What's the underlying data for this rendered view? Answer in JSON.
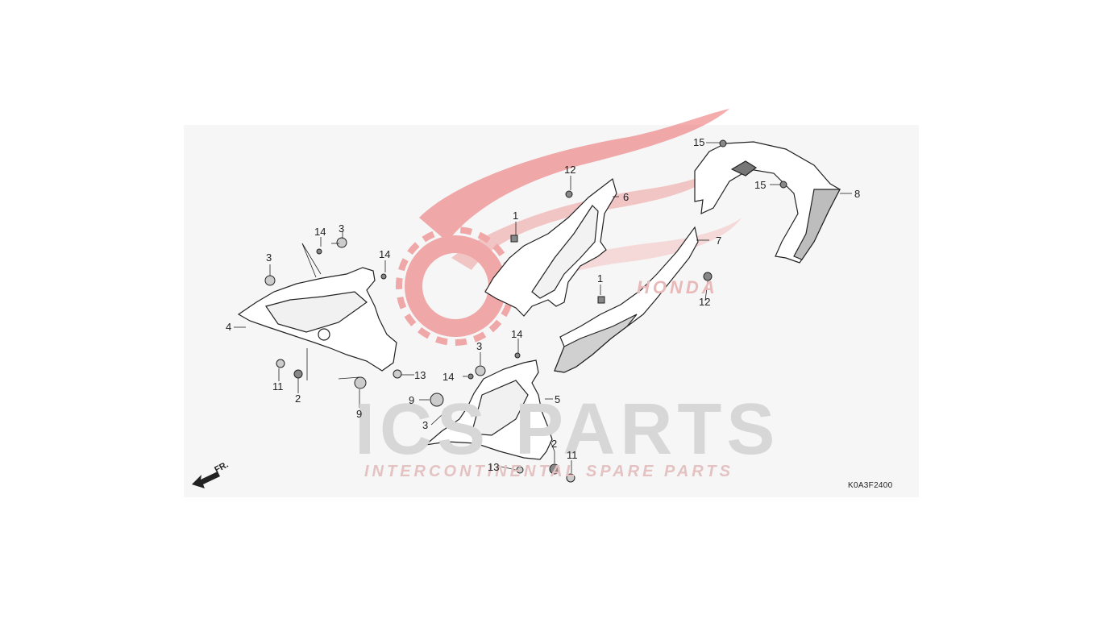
{
  "diagram": {
    "code": "K0A3F2400",
    "direction_label": "FR.",
    "watermark": {
      "logo_text": "ICS PARTS",
      "tagline": "INTERCONTINENTAL SPARE PARTS",
      "brand_text": "HONDA"
    },
    "callouts": [
      "15",
      "12",
      "6",
      "1",
      "8",
      "15",
      "7",
      "14",
      "3",
      "3",
      "14",
      "12",
      "1",
      "4",
      "14",
      "3",
      "13",
      "11",
      "2",
      "14",
      "9",
      "5",
      "9",
      "3",
      "13",
      "2",
      "11"
    ],
    "colors": {
      "watermark_red": "#e8484b",
      "panel_bg": "#f6f6f6",
      "line": "#222222"
    }
  }
}
